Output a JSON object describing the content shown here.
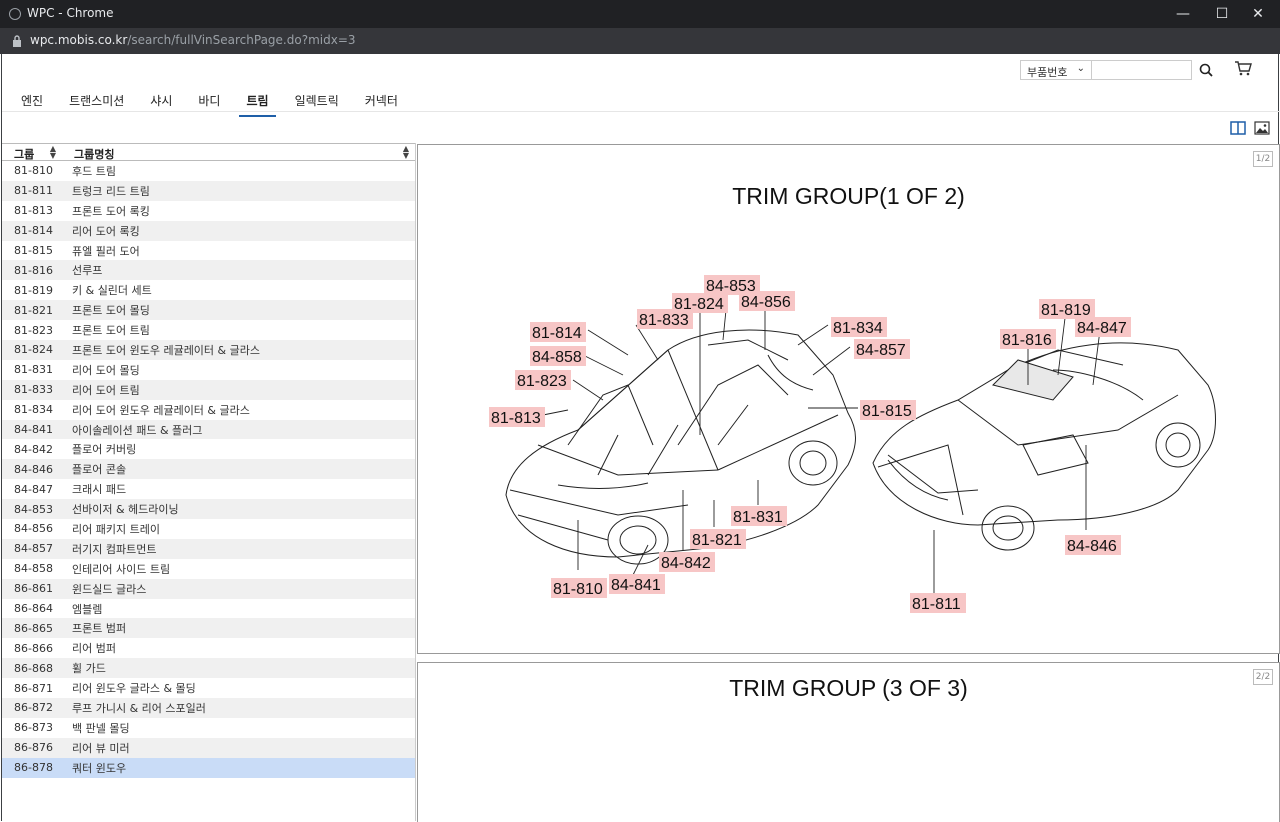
{
  "window": {
    "title": "WPC - Chrome",
    "url_host": "wpc.mobis.co.kr",
    "url_path": "/search/fullVinSearchPage.do?midx=3"
  },
  "search": {
    "type_label": "부품번호",
    "query": ""
  },
  "tabs": [
    "엔진",
    "트랜스미션",
    "샤시",
    "바디",
    "트림",
    "일렉트릭",
    "커넥터"
  ],
  "active_tab": "트림",
  "list": {
    "header": {
      "group": "그룹",
      "group_name": "그룹명칭"
    },
    "rows": [
      {
        "code": "81-810",
        "name": "후드 트림"
      },
      {
        "code": "81-811",
        "name": "트렁크 리드 트림"
      },
      {
        "code": "81-813",
        "name": "프론트 도어 록킹"
      },
      {
        "code": "81-814",
        "name": "리어 도어 록킹"
      },
      {
        "code": "81-815",
        "name": "퓨엘 필러 도어"
      },
      {
        "code": "81-816",
        "name": "선루프"
      },
      {
        "code": "81-819",
        "name": "키 & 실린더 세트"
      },
      {
        "code": "81-821",
        "name": "프론트 도어 몰딩"
      },
      {
        "code": "81-823",
        "name": "프론트 도어 트림"
      },
      {
        "code": "81-824",
        "name": "프론트 도어 윈도우 레귤레이터 & 글라스"
      },
      {
        "code": "81-831",
        "name": "리어 도어 몰딩"
      },
      {
        "code": "81-833",
        "name": "리어 도어 트림"
      },
      {
        "code": "81-834",
        "name": "리어 도어 윈도우 레귤레이터 & 글라스"
      },
      {
        "code": "84-841",
        "name": "아이솔레이션 패드 & 플러그"
      },
      {
        "code": "84-842",
        "name": "플로어 커버링"
      },
      {
        "code": "84-846",
        "name": "플로어 콘솔"
      },
      {
        "code": "84-847",
        "name": "크래시 패드"
      },
      {
        "code": "84-853",
        "name": "선바이저 & 헤드라이닝"
      },
      {
        "code": "84-856",
        "name": "리어 패키지 트레이"
      },
      {
        "code": "84-857",
        "name": "러기지 컴파트먼트"
      },
      {
        "code": "84-858",
        "name": "인테리어 사이드 트림"
      },
      {
        "code": "86-861",
        "name": "윈드실드 글라스"
      },
      {
        "code": "86-864",
        "name": "엠블렘"
      },
      {
        "code": "86-865",
        "name": "프론트 범퍼"
      },
      {
        "code": "86-866",
        "name": "리어 범퍼"
      },
      {
        "code": "86-868",
        "name": "휠 가드"
      },
      {
        "code": "86-871",
        "name": "리어 윈도우 글라스 & 몰딩"
      },
      {
        "code": "86-872",
        "name": "루프 가니시 & 리어 스포일러"
      },
      {
        "code": "86-873",
        "name": "백 판넬 몰딩"
      },
      {
        "code": "86-876",
        "name": "리어 뷰 미러"
      },
      {
        "code": "86-878",
        "name": "쿼터 윈도우"
      }
    ],
    "selected_code": "86-878"
  },
  "diagram1": {
    "title": "TRIM GROUP(1 OF 2)",
    "page": "1/2",
    "callouts": [
      "84-853",
      "81-824",
      "84-856",
      "81-833",
      "81-814",
      "81-834",
      "84-858",
      "84-857",
      "81-823",
      "81-813",
      "81-815",
      "81-831",
      "81-821",
      "84-842",
      "81-810",
      "84-841",
      "81-819",
      "84-847",
      "81-816",
      "84-846",
      "81-811"
    ]
  },
  "diagram2": {
    "title": "TRIM GROUP (3 OF 3)",
    "page": "2/2"
  },
  "colors": {
    "accent": "#1f5fa8",
    "selected_row": "#c9dcf7",
    "callout_bg": "#f7c6c6"
  }
}
